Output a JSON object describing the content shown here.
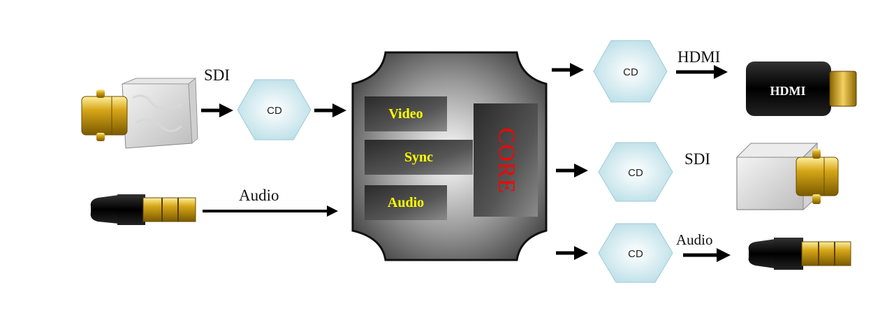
{
  "inputs": {
    "sdi_label": "SDI",
    "audio_label": "Audio"
  },
  "converters": {
    "label": "CD"
  },
  "core_block": {
    "slots": [
      "Video",
      "Sync",
      "Audio"
    ],
    "core_label": "CORE",
    "slot_text_color": "#ffff00",
    "core_text_color": "#ff0000"
  },
  "outputs": {
    "hdmi_label": "HDMI",
    "sdi_label": "SDI",
    "audio_label": "Audio",
    "hdmi_device_label": "HDMI"
  },
  "icons": [
    "bnc-connector-icon",
    "audio-jack-icon",
    "hdmi-plug-icon",
    "hexagon-icon",
    "arrow-icon"
  ],
  "colors": {
    "hexagon": "#c6e6ec",
    "connector_gold": "#c89a10",
    "core_body": "#555555"
  }
}
